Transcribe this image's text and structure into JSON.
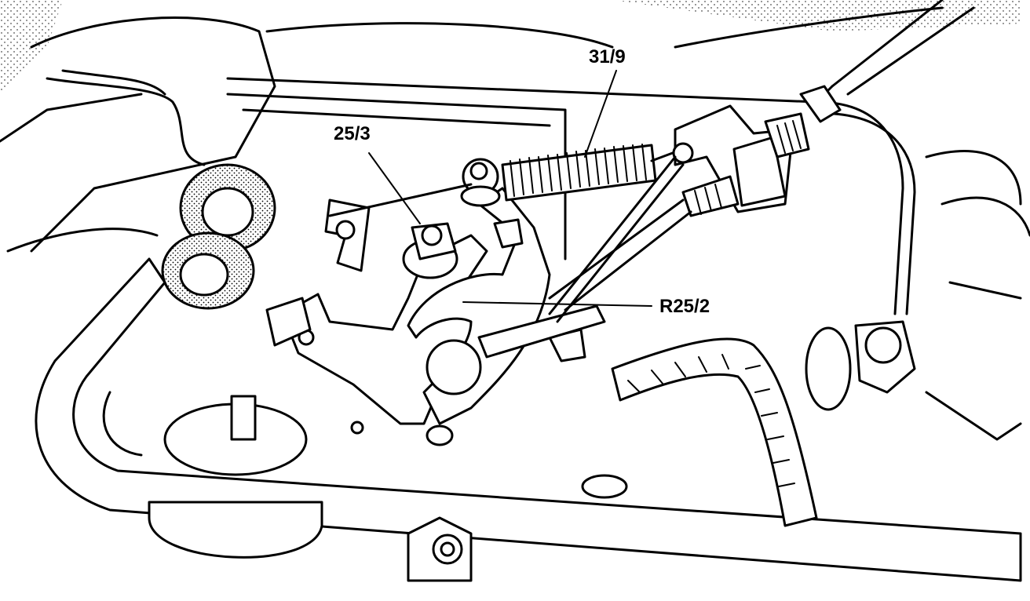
{
  "labels": {
    "spring": "31/9",
    "nut": "25/3",
    "lever": "R25/2"
  }
}
